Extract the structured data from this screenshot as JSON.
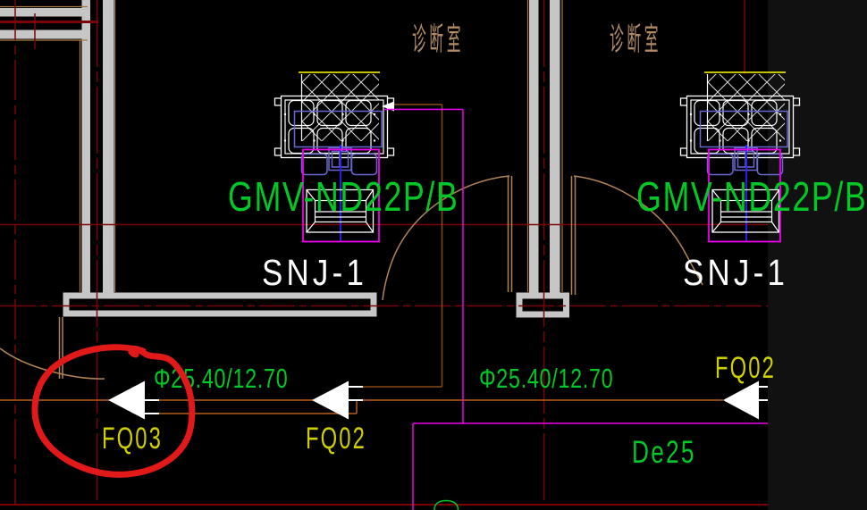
{
  "colors": {
    "background": "#000000",
    "grid_red": "#7a0404",
    "wall_gray": "#c6c6c6",
    "wall_tan": "#a8784a",
    "door_tan": "#b08455",
    "pipe_orange": "#b85e1c",
    "pipe_brown": "#8a4c16",
    "magenta": "#ee00ee",
    "slate_blue": "#6868d0",
    "bright_blue": "#2424ff",
    "green": "#00c826",
    "yellow_text": "#cfcf00",
    "yellow_line": "#ffff00",
    "white": "#ffffff",
    "annotation_red": "#e11919",
    "room_tan": "#b08a64"
  },
  "rooms": [
    {
      "label": "诊断室"
    },
    {
      "label": "诊断室"
    }
  ],
  "units": {
    "left": {
      "model": "GMV-ND22P/B",
      "tag": "SNJ-1"
    },
    "right": {
      "model": "GMV-ND22P/B",
      "tag": "SNJ-1"
    }
  },
  "pipe_labels": [
    {
      "text": "Φ25.40/12.70"
    },
    {
      "text": "Φ25.40/12.70"
    }
  ],
  "drain_label": {
    "text": "De25"
  },
  "branch_labels": [
    {
      "text": "FQ03"
    },
    {
      "text": "FQ02"
    },
    {
      "text": "FQ02"
    }
  ],
  "annotation": {
    "type": "freehand-red-circle",
    "around": "FQ03"
  }
}
